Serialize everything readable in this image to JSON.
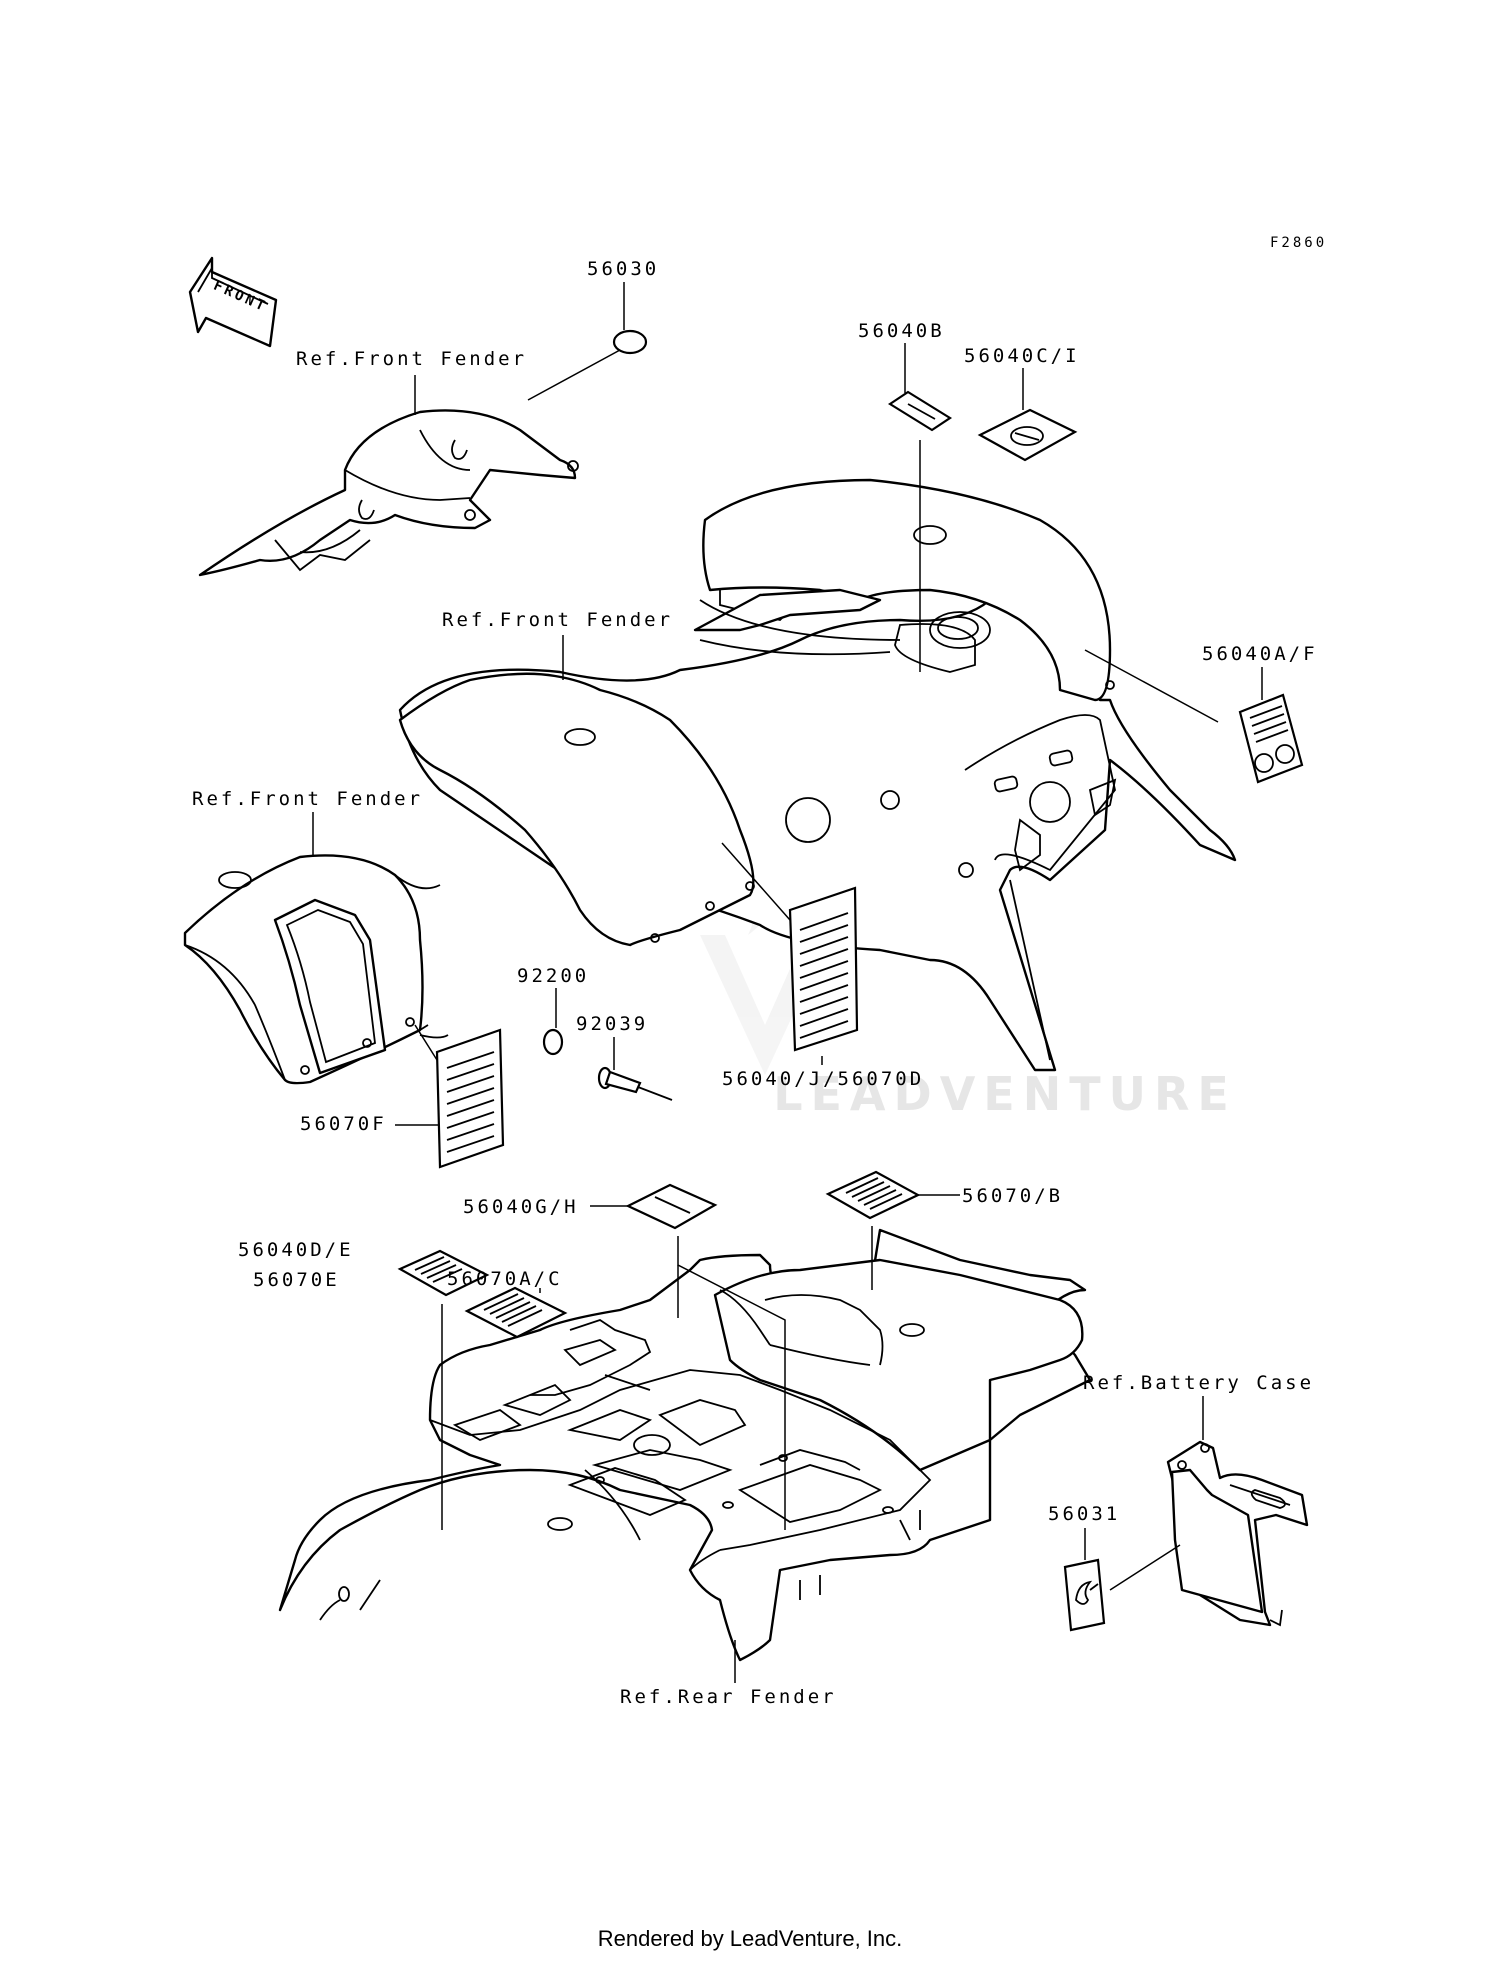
{
  "diagram_code": "F2860",
  "front_arrow_label": "FRONT",
  "labels": {
    "p56030": "56030",
    "ref_front_fender_1": "Ref.Front Fender",
    "p56040B": "56040B",
    "p56040CI": "56040C/I",
    "ref_front_fender_2": "Ref.Front Fender",
    "p56040AF": "56040A/F",
    "ref_front_fender_3": "Ref.Front Fender",
    "p92200": "92200",
    "p92039": "92039",
    "p56040J": "56040/J/56070D",
    "p56070F": "56070F",
    "p56040GH": "56040G/H",
    "p56070B": "56070/B",
    "p56040DE": "56040D/E",
    "p56070E": "56070E",
    "p56070AC": "56070A/C",
    "ref_battery_case": "Ref.Battery Case",
    "p56031": "56031",
    "ref_rear_fender": "Ref.Rear Fender"
  },
  "watermark": "LEADVENTURE",
  "footer": "Rendered by LeadVenture, Inc."
}
